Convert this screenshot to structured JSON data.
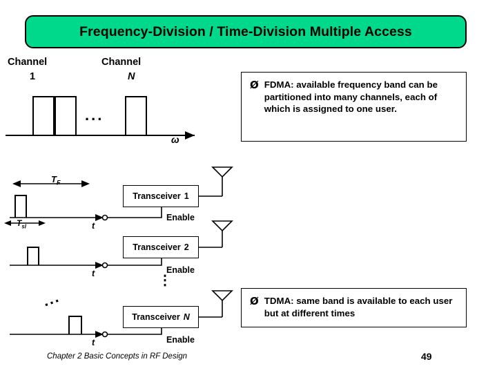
{
  "title": {
    "text": "Frequency-Division / Time-Division Multiple Access",
    "banner_color": "#00d98b",
    "border_color": "#000000"
  },
  "fdma_diagram": {
    "channel_first_label": "Channel",
    "channel_first_index": "1",
    "channel_last_label": "Channel",
    "channel_last_index": "N",
    "ellipsis": "...",
    "axis_label": "ω"
  },
  "tdma_diagram": {
    "frame_period_label": "T",
    "frame_period_sub": "F",
    "slot_label": "T",
    "slot_sub": "sl",
    "time_axis_label": "t",
    "ellipsis_diagonal": "...",
    "ellipsis_vertical": "⋮",
    "enable_label": "Enable",
    "transceivers": [
      {
        "label": "Transceiver",
        "index": "1",
        "italic_index": false
      },
      {
        "label": "Transceiver",
        "index": "2",
        "italic_index": false
      },
      {
        "label": "Transceiver",
        "index": "N",
        "italic_index": true
      }
    ]
  },
  "callouts": [
    {
      "bullet": "Ø",
      "text": "FDMA: available frequency band can be partitioned into many channels, each of which is assigned to one user."
    },
    {
      "bullet": "Ø",
      "text": "TDMA: same band is available to each user but at different times"
    }
  ],
  "footer": {
    "source": "Chapter 2 Basic Concepts in RF Design",
    "slide_number": "49"
  }
}
